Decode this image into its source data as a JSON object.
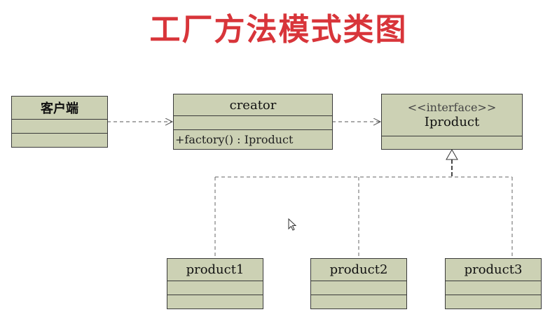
{
  "title": "工厂方法模式类图",
  "client": {
    "name": "客户端"
  },
  "creator": {
    "name": "creator",
    "operation": "+factory() : Iproduct"
  },
  "iproduct": {
    "stereotype": "<<interface>>",
    "name": "Iproduct"
  },
  "products": [
    {
      "name": "product1"
    },
    {
      "name": "product2"
    },
    {
      "name": "product3"
    }
  ],
  "colors": {
    "title": "#d8353a",
    "box_fill": "#ccd1b4",
    "line": "#555555"
  }
}
